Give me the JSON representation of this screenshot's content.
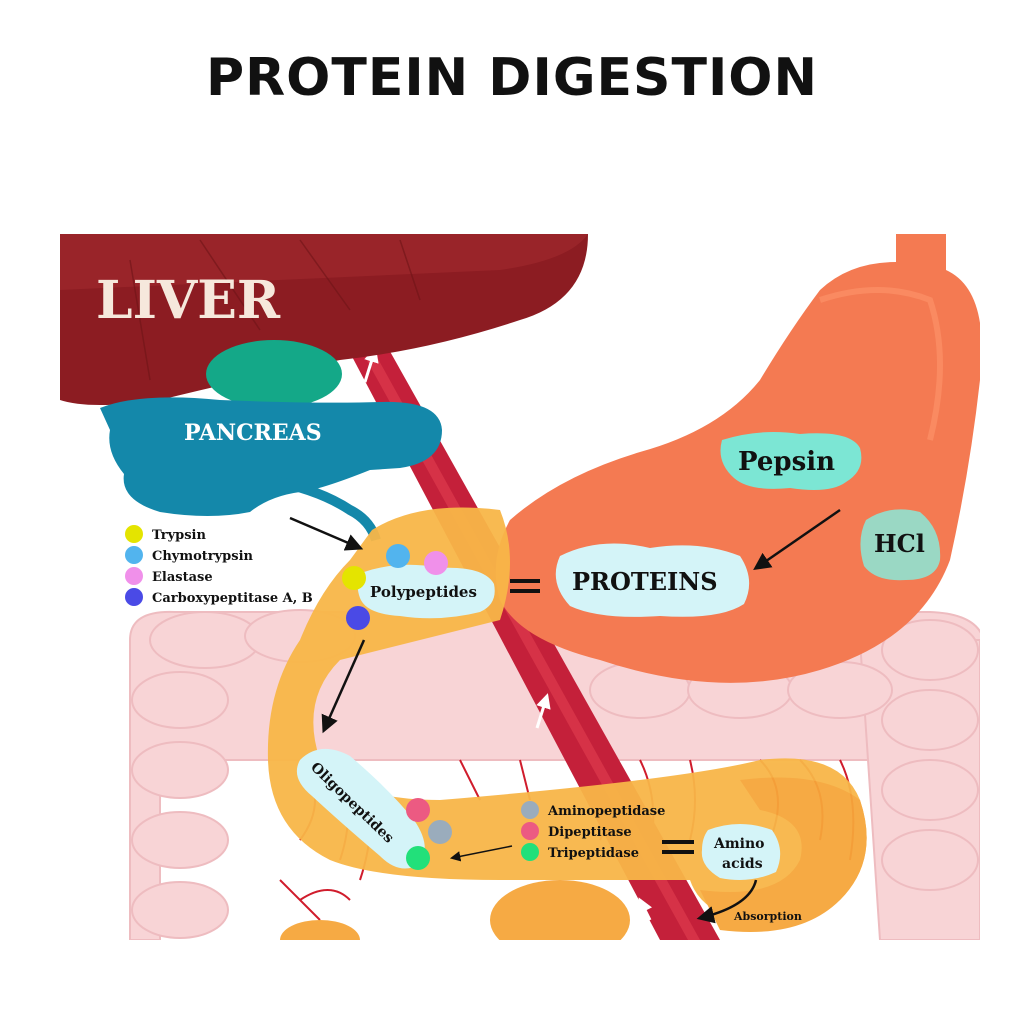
{
  "title": "PROTEIN DIGESTION",
  "organs": {
    "liver": "LIVER",
    "pancreas": "PANCREAS"
  },
  "stomach": {
    "pepsin": "Pepsin",
    "hcl": "HCl",
    "proteins": "PROTEINS"
  },
  "products": {
    "polypeptides": "Polypeptides",
    "oligopeptides": "Oligopeptides",
    "amino_line1": "Amino",
    "amino_line2": "acids",
    "absorption": "Absorption"
  },
  "pancreatic_enzymes": [
    {
      "label": "Trypsin",
      "color": "#e4e400"
    },
    {
      "label": "Chymotrypsin",
      "color": "#52b4ee"
    },
    {
      "label": "Elastase",
      "color": "#f090ea"
    },
    {
      "label": "Carboxypeptitase A, B",
      "color": "#4a4ae6"
    }
  ],
  "intestinal_enzymes": [
    {
      "label": "Aminopeptidase",
      "color": "#9aacbc"
    },
    {
      "label": "Dipeptitase",
      "color": "#ec5a82"
    },
    {
      "label": "Tripeptidase",
      "color": "#22e07a"
    }
  ],
  "colors": {
    "liver": "#8c1c22",
    "pancreas": "#1488aa",
    "gallbladder": "#14a888",
    "stomach": "#f47a52",
    "intestine": "#f8b648",
    "colon": "#f8d4d6",
    "vessel": "#c4203a",
    "bubble": "#d4f4f8",
    "pepsin_blob": "#7ce6d4",
    "hcl_blob": "#9ad8c4"
  }
}
